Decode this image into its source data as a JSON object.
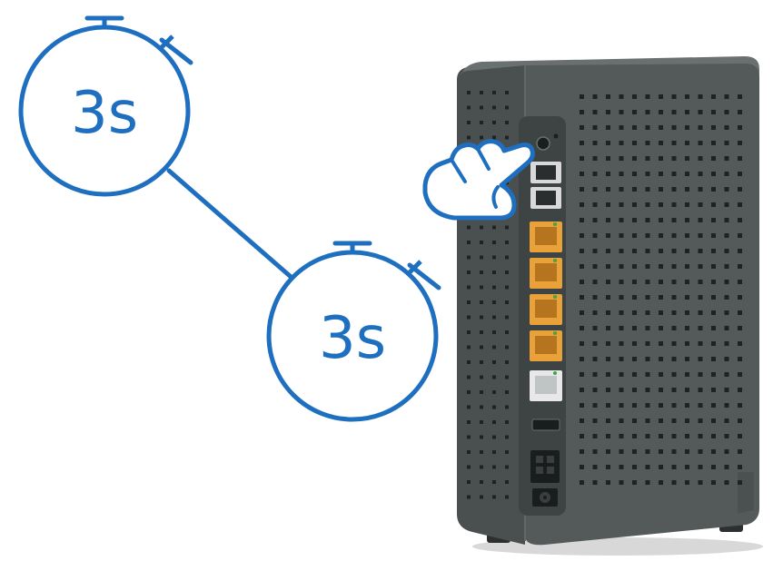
{
  "timers": [
    {
      "label": "3s"
    },
    {
      "label": "3s"
    }
  ],
  "colors": {
    "accent": "#1f6fc0",
    "device_body": "#545a5a",
    "device_side": "#4a5050",
    "device_top": "#6a7070",
    "vent_hole": "#1e2222",
    "lan_port": "#e9a23a",
    "port_led": "#3aa64a",
    "phone_port": "#d9d9d9",
    "wan_port": "#e8e8e8",
    "hand_fill": "#ffffff"
  },
  "icons": {
    "timer": "stopwatch-icon",
    "hand": "pointing-hand-icon",
    "device": "router-device"
  }
}
